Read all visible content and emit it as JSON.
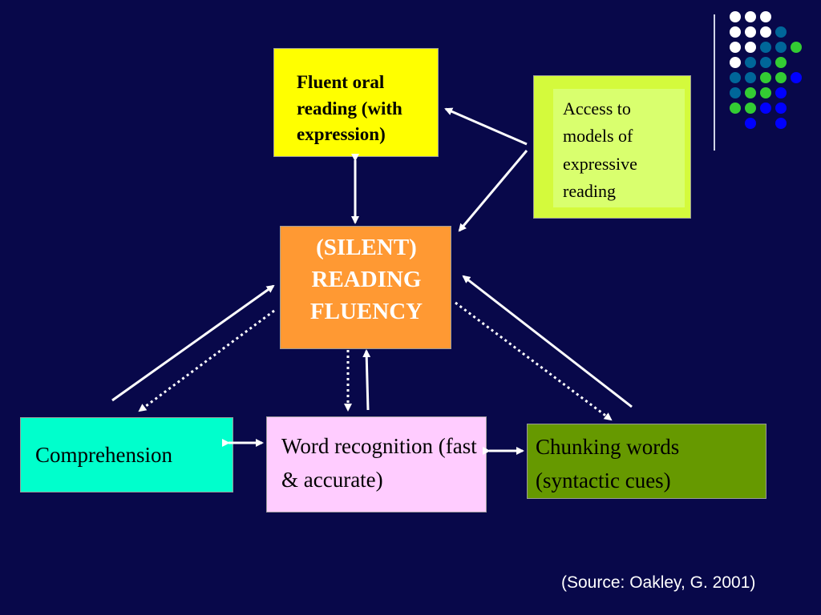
{
  "diagram": {
    "fluent_oral": "Fluent oral reading (with expression)",
    "access_models": "Access to models of expressive reading",
    "center_line1": "(SILENT)",
    "center_line2": "READING",
    "center_line3": "FLUENCY",
    "comprehension": "Comprehension",
    "word_recognition": "Word recognition (fast & accurate)",
    "chunking": "Chunking words (syntactic cues)"
  },
  "source_note": "(Source: Oakley, G.  2001)",
  "colors": {
    "background": "#08084a",
    "fluent_oral_box": "#ffff00",
    "access_box": "#d4fa3c",
    "center_box": "#ff9933",
    "comprehension_box": "#00ffcc",
    "word_recognition_box": "#ffccff",
    "chunking_box": "#669900",
    "dot_white": "#ffffff",
    "dot_teal": "#006699",
    "dot_green": "#33cc33",
    "dot_blue": "#0000ff"
  }
}
